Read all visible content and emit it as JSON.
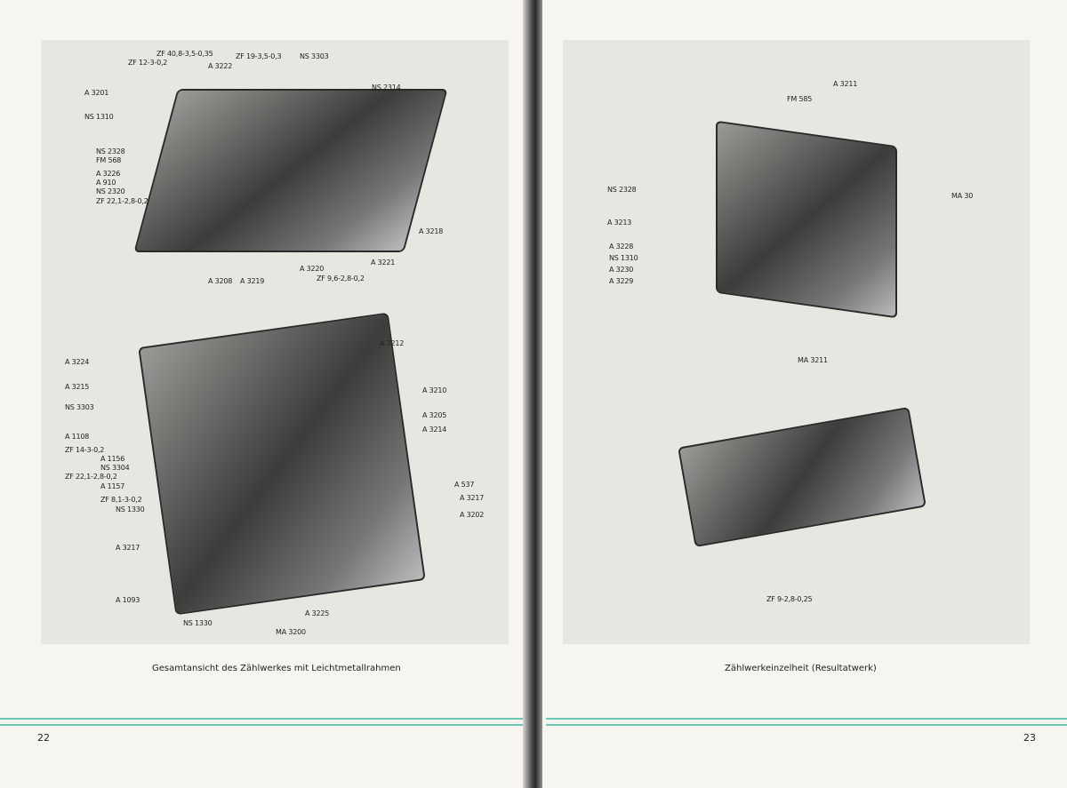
{
  "left_page": {
    "figure_top_labels": [
      "ZF 40,8-3,5-0,35",
      "ZF 19-3,5-0,3",
      "NS 3303",
      "ZF 12-3-0,2",
      "A 3222",
      "A 3201",
      "NS 2314",
      "NS 1310",
      "NS 2328",
      "FM 568",
      "A 3226",
      "A 910",
      "NS 2320",
      "ZF 22,1-2,8-0,2",
      "A 3218",
      "A 3221",
      "A 3220",
      "ZF 9,6-2,8-0,2",
      "A 3208",
      "A 3219"
    ],
    "figure_bottom_labels": [
      "A 3212",
      "A 3224",
      "A 3215",
      "NS 3303",
      "A 3210",
      "A 3205",
      "A 3214",
      "A 1108",
      "ZF 14-3-0,2",
      "A 1156",
      "NS 3304",
      "ZF 22,1-2,8-0,2",
      "A 1157",
      "ZF 8,1-3-0,2",
      "NS 1330",
      "A 537",
      "A 3217",
      "A 3202",
      "A 3217",
      "A 1093",
      "NS 1330",
      "A 3225"
    ],
    "figure_id": "MA 3200",
    "caption": "Gesamtansicht des Zählwerkes mit Leichtmetallrahmen",
    "page_number": "22"
  },
  "right_page": {
    "figure_top_labels": [
      "A 3211",
      "FM 585",
      "NS 2328",
      "MA 30",
      "A 3213",
      "A 3228",
      "NS 1310",
      "A 3230",
      "A 3229"
    ],
    "figure_top_id": "MA 3211",
    "figure_bottom_label": "ZF 9-2,8-0,25",
    "caption": "Zählwerkeinzelheit (Resultatwerk)",
    "page_number": "23"
  },
  "colors": {
    "rule": "#6cc6b4",
    "panel": "#e7e7e2"
  }
}
